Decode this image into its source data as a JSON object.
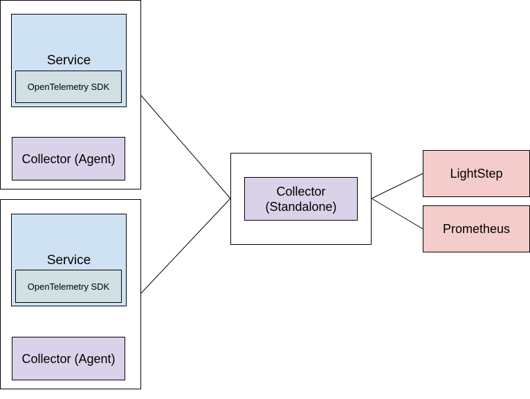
{
  "hosts": [
    {
      "service_label": "Service",
      "sdk_label": "OpenTelemetry SDK",
      "agent_label": "Collector (Agent)"
    },
    {
      "service_label": "Service",
      "sdk_label": "OpenTelemetry SDK",
      "agent_label": "Collector (Agent)"
    }
  ],
  "standalone": {
    "line1": "Collector",
    "line2": "(Standalone)"
  },
  "backends": [
    {
      "label": "LightStep",
      "color": "#f4cccc"
    },
    {
      "label": "Prometheus",
      "color": "#f4cccc"
    }
  ],
  "colors": {
    "service": "#cfe2f3",
    "sdk": "#d0e0e3",
    "collector": "#d9d2e9",
    "backend": "#f4cccc",
    "line": "#000000"
  }
}
